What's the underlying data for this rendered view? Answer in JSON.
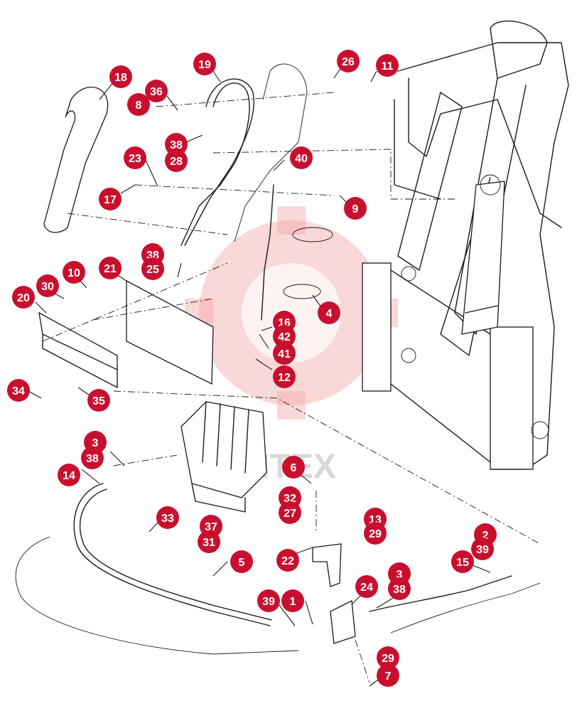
{
  "watermark": {
    "text": "HTEX",
    "color": "#f2a8a8"
  },
  "callout_color": "#c8102e",
  "callouts": [
    {
      "id": "18",
      "label": "18"
    },
    {
      "id": "19",
      "label": "19"
    },
    {
      "id": "26",
      "label": "26"
    },
    {
      "id": "11",
      "label": "11"
    },
    {
      "id": "36",
      "label": "36"
    },
    {
      "id": "8",
      "label": "8"
    },
    {
      "id": "38a",
      "label": "38"
    },
    {
      "id": "28",
      "label": "28"
    },
    {
      "id": "40",
      "label": "40"
    },
    {
      "id": "23",
      "label": "23"
    },
    {
      "id": "17",
      "label": "17"
    },
    {
      "id": "9",
      "label": "9"
    },
    {
      "id": "38b",
      "label": "38"
    },
    {
      "id": "25",
      "label": "25"
    },
    {
      "id": "21",
      "label": "21"
    },
    {
      "id": "10",
      "label": "10"
    },
    {
      "id": "30",
      "label": "30"
    },
    {
      "id": "20",
      "label": "20"
    },
    {
      "id": "4",
      "label": "4"
    },
    {
      "id": "16",
      "label": "16"
    },
    {
      "id": "42",
      "label": "42"
    },
    {
      "id": "41",
      "label": "41"
    },
    {
      "id": "12",
      "label": "12"
    },
    {
      "id": "34",
      "label": "34"
    },
    {
      "id": "35",
      "label": "35"
    },
    {
      "id": "3a",
      "label": "3"
    },
    {
      "id": "38c",
      "label": "38"
    },
    {
      "id": "14",
      "label": "14"
    },
    {
      "id": "6",
      "label": "6"
    },
    {
      "id": "32",
      "label": "32"
    },
    {
      "id": "27",
      "label": "27"
    },
    {
      "id": "33",
      "label": "33"
    },
    {
      "id": "37",
      "label": "37"
    },
    {
      "id": "31",
      "label": "31"
    },
    {
      "id": "13",
      "label": "13"
    },
    {
      "id": "29a",
      "label": "29"
    },
    {
      "id": "5",
      "label": "5"
    },
    {
      "id": "22",
      "label": "22"
    },
    {
      "id": "2",
      "label": "2"
    },
    {
      "id": "39a",
      "label": "39"
    },
    {
      "id": "15",
      "label": "15"
    },
    {
      "id": "24",
      "label": "24"
    },
    {
      "id": "3b",
      "label": "3"
    },
    {
      "id": "38d",
      "label": "38"
    },
    {
      "id": "39b",
      "label": "39"
    },
    {
      "id": "1",
      "label": "1"
    },
    {
      "id": "29b",
      "label": "29"
    },
    {
      "id": "7",
      "label": "7"
    }
  ]
}
